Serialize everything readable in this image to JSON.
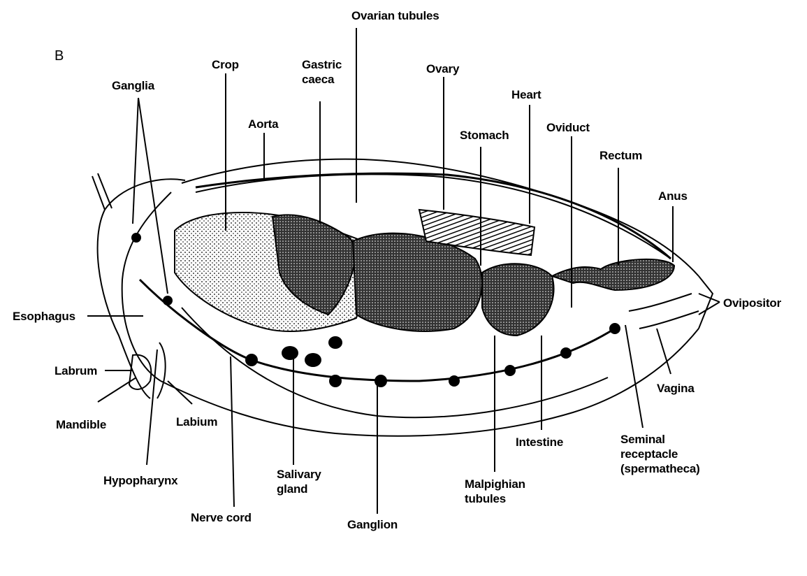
{
  "diagram": {
    "panel_letter": "B",
    "labels": {
      "ovarian_tubules": "Ovarian tubules",
      "ganglia": "Ganglia",
      "crop": "Crop",
      "gastric_caeca": "Gastric\ncaeca",
      "aorta": "Aorta",
      "ovary": "Ovary",
      "heart": "Heart",
      "stomach": "Stomach",
      "oviduct": "Oviduct",
      "rectum": "Rectum",
      "anus": "Anus",
      "ovipositor": "Ovipositor",
      "esophagus": "Esophagus",
      "labrum": "Labrum",
      "mandible": "Mandible",
      "labium": "Labium",
      "hypopharynx": "Hypopharynx",
      "nerve_cord": "Nerve cord",
      "salivary_gland": "Salivary\ngland",
      "ganglion": "Ganglion",
      "malpighian_tubules": "Malpighian\ntubules",
      "intestine": "Intestine",
      "seminal_receptacle": "Seminal\nreceptacle\n(spermatheca)",
      "vagina": "Vagina"
    }
  }
}
